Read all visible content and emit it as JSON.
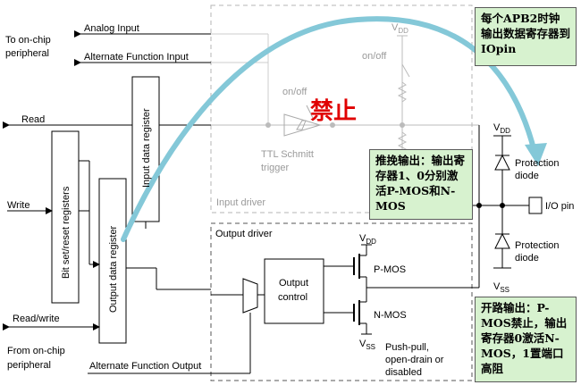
{
  "labels": {
    "to_onchip": "To on-chip",
    "peripheral_top": "peripheral",
    "analog_input": "Analog Input",
    "alt_func_input": "Alternate Function Input",
    "read": "Read",
    "write": "Write",
    "read_write": "Read/write",
    "from_onchip": "From on-chip",
    "peripheral_bottom": "peripheral",
    "alt_func_output": "Alternate Function Output",
    "input_data_register": "Input data register",
    "bit_set_reset_registers": "Bit set/reset registers",
    "output_data_register": "Output data register",
    "vdd_top": "V",
    "vdd_top_sub": "DD",
    "on_off_1": "on/off",
    "on_off_2": "on/off",
    "ttl_schmitt": "TTL Schmitt",
    "trigger": "trigger",
    "input_driver": "Input driver",
    "output_driver": "Output driver",
    "output_control_1": "Output",
    "output_control_2": "control",
    "pmos": "P-MOS",
    "nmos": "N-MOS",
    "vdd_driver": "V",
    "vdd_driver_sub": "DD",
    "vss_driver": "V",
    "vss_driver_sub": "SS",
    "vdd_prot": "V",
    "vdd_prot_sub": "DD",
    "vss_prot": "V",
    "vss_prot_sub": "SS",
    "protection_diode_1a": "Protection",
    "protection_diode_1b": "diode",
    "protection_diode_2a": "Protection",
    "protection_diode_2b": "diode",
    "io_pin": "I/O pin",
    "push_pull_1": "Push-pull,",
    "push_pull_2": "open-drain or",
    "push_pull_3": "disabled"
  },
  "annotations": {
    "forbidden": "禁止",
    "apb2_note": "每个APB2时钟输出数据寄存器到IOpin",
    "push_pull_note": "推挽输出：输出寄存器1、0分别激活P-MOS和N-MOS",
    "open_drain_note": "开路输出：P-MOS禁止，输出寄存器0激活N-MOS，1置端口高阻"
  },
  "colors": {
    "arrow": "#84c8d8",
    "note_bg": "#d7f2cf",
    "forbidden": "#e00000"
  }
}
